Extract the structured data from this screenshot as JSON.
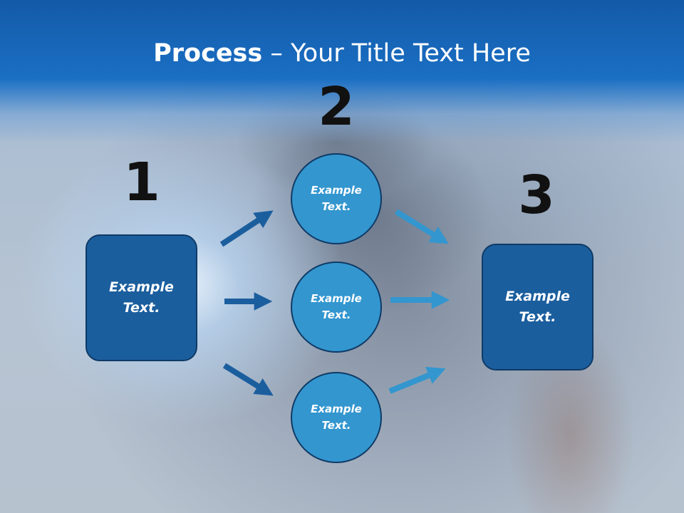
{
  "title": {
    "bold": "Process",
    "rest": " – Your Title Text Here"
  },
  "steps": [
    {
      "number": "1",
      "label": "Example Text."
    },
    {
      "number": "2",
      "items": [
        "Example Text.",
        "Example Text.",
        "Example Text."
      ]
    },
    {
      "number": "3",
      "label": "Example Text."
    }
  ],
  "colors": {
    "header": "#1a6fc4",
    "box": "#1b5e9e",
    "circle": "#3396cf",
    "arrow_dark": "#1b5e9e",
    "arrow_light": "#3396cf",
    "border": "#0f3a66"
  }
}
